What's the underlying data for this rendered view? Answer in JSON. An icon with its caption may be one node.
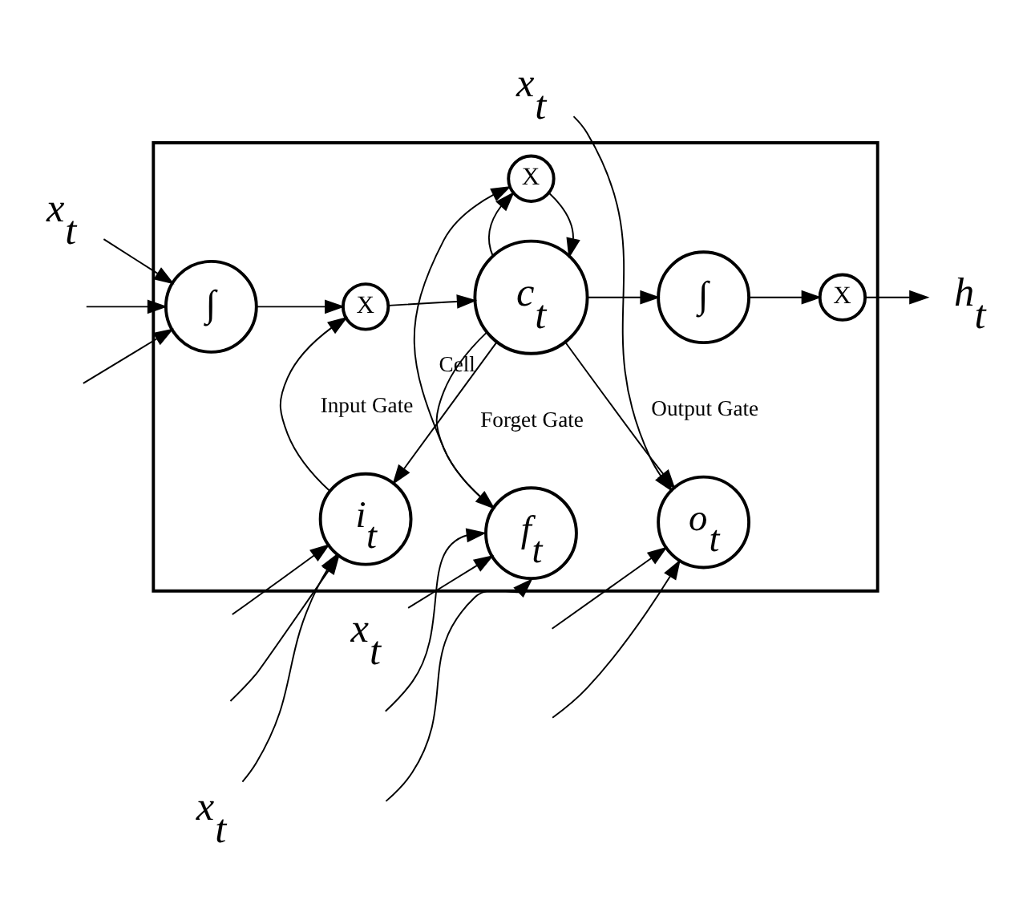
{
  "diagram": {
    "nodes": [
      {
        "text": [],
        "shape": "box"
      },
      {
        "text": [
          "x$_{t}$"
        ]
      },
      {
        "text": [
          "x$_{t}$"
        ]
      },
      {
        "text": [
          "x$_{t}$"
        ]
      },
      {
        "text": [
          "x$_{t}$"
        ]
      },
      {
        "text": [
          "i$_{t}$"
        ],
        "in": 0,
        "beside": [
          "Input Gate"
        ]
      },
      {
        "text": [
          "o$_{t}$"
        ],
        "in": 0,
        "beside": [
          "Output Gate"
        ]
      },
      {
        "text": [
          "∫"
        ],
        "in": 0
      },
      {
        "text": [
          "X"
        ],
        "in": 0
      },
      {
        "text": [
          "c$_{t}$"
        ],
        "in": 0,
        "beside": [
          "Cell"
        ]
      },
      {
        "text": [
          "∫"
        ],
        "in": 0
      },
      {
        "text": [
          "X"
        ],
        "in": 0
      },
      {
        "text": [
          "h$_{t}$"
        ]
      },
      {
        "text": [
          "X"
        ],
        "in": 0
      },
      {
        "text": [
          "f$_{t}$"
        ],
        "in": 0,
        "beside": [
          "Forget Gate"
        ]
      }
    ],
    "edges": [
      {
        "from": null,
        "to": 5,
        "arrow": "to"
      },
      {
        "from": 1,
        "to": 5,
        "arrow": "to"
      },
      {
        "from": null,
        "to": 5,
        "arrow": "to"
      },
      {
        "from": null,
        "to": 6,
        "arrow": "to"
      },
      {
        "from": 2,
        "to": 6,
        "arrow": "to"
      },
      {
        "from": null,
        "to": 6,
        "arrow": "to"
      },
      {
        "from": null,
        "to": 7,
        "arrow": "to"
      },
      {
        "from": 3,
        "to": 7,
        "arrow": "to"
      },
      {
        "from": null,
        "to": 7,
        "arrow": "to"
      },
      {
        "from": 7,
        "to": 8,
        "arrow": "to"
      },
      {
        "from": 5,
        "to": 8,
        "arrow": "to"
      },
      {
        "from": 8,
        "to": 9,
        "arrow": "to"
      },
      {
        "from": 9,
        "to": 5,
        "arrow": "to"
      },
      {
        "from": 9,
        "to": 6,
        "arrow": "to"
      },
      {
        "from": 9,
        "to": 10,
        "arrow": "to"
      },
      {
        "from": 10,
        "to": 11,
        "arrow": "to"
      },
      {
        "from": 11,
        "to": 12,
        "arrow": "to"
      },
      {
        "from": 9,
        "to": 14,
        "arrow": "to"
      },
      {
        "from": 13,
        "to": 9,
        "arrow": "to"
      },
      {
        "from": 9,
        "to": 13,
        "arrow": "to"
      },
      {
        "from": 14,
        "to": 13,
        "arrow": "to"
      },
      {
        "from": null,
        "to": 14,
        "arrow": "to"
      },
      {
        "from": 4,
        "to": 14,
        "arrow": "to"
      },
      {
        "from": null,
        "to": 14,
        "arrow": "to"
      }
    ]
  }
}
